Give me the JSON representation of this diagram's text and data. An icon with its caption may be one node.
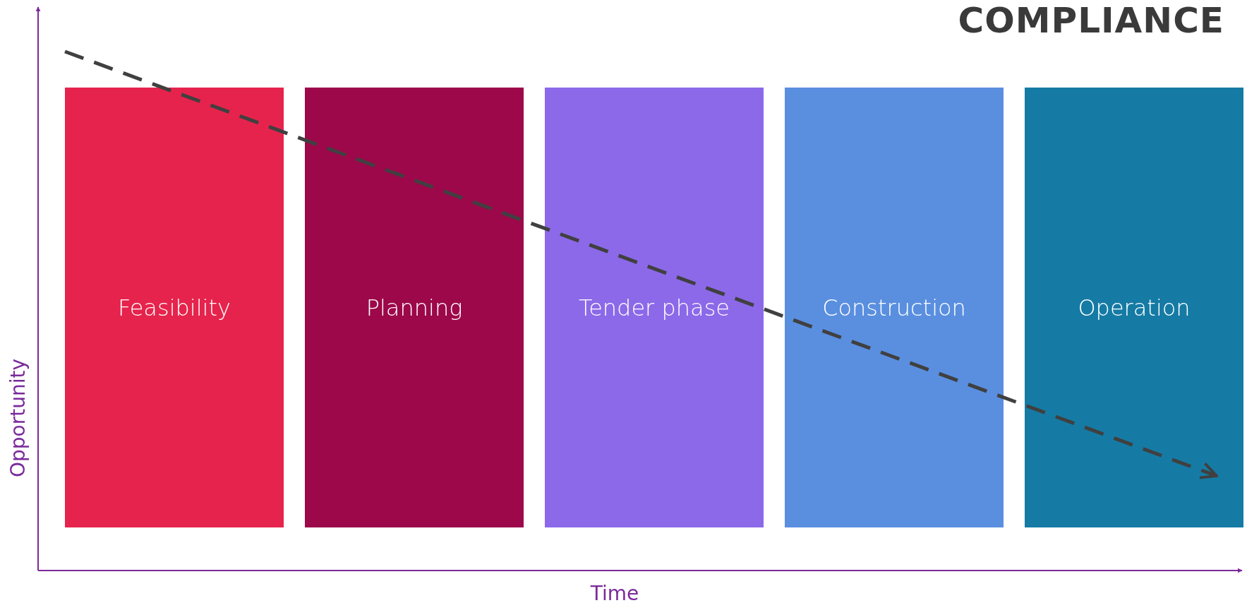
{
  "diagram": {
    "title": "COMPLIANCE",
    "nodes": [
      {
        "text": [
          "Feasibility"
        ]
      },
      {
        "text": [
          "Planning"
        ]
      },
      {
        "text": [
          "Tender phase"
        ]
      },
      {
        "text": [
          "Construction"
        ]
      },
      {
        "text": [
          "Operation"
        ]
      }
    ],
    "labels": [
      "Opportunity",
      "Time"
    ]
  }
}
